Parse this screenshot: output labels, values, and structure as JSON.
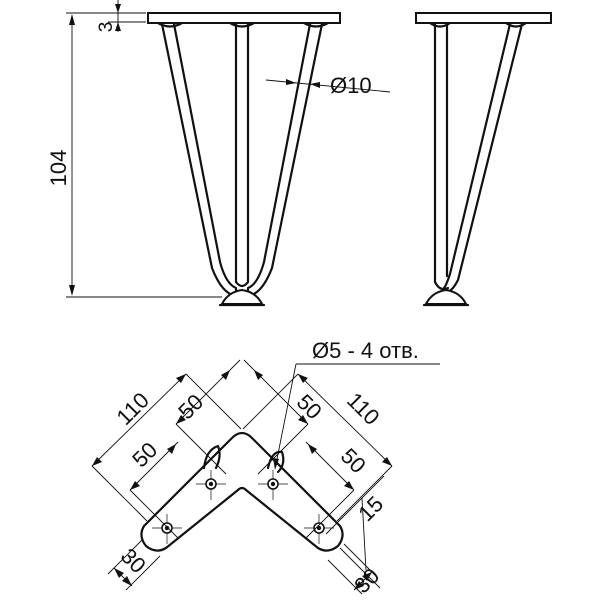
{
  "side_view": {
    "dim_height": "104",
    "dim_plate": "3",
    "dim_rod": "Ø10"
  },
  "plan_view": {
    "hole_note": "Ø5 - 4 отв.",
    "dim_left_overall": "110",
    "dim_left_outer": "50",
    "dim_left_inner": "50",
    "dim_right_overall": "110",
    "dim_right_outer": "50",
    "dim_right_inner": "50",
    "dim_right_hole": "15",
    "dim_left_width": "30",
    "dim_right_width": "30"
  }
}
